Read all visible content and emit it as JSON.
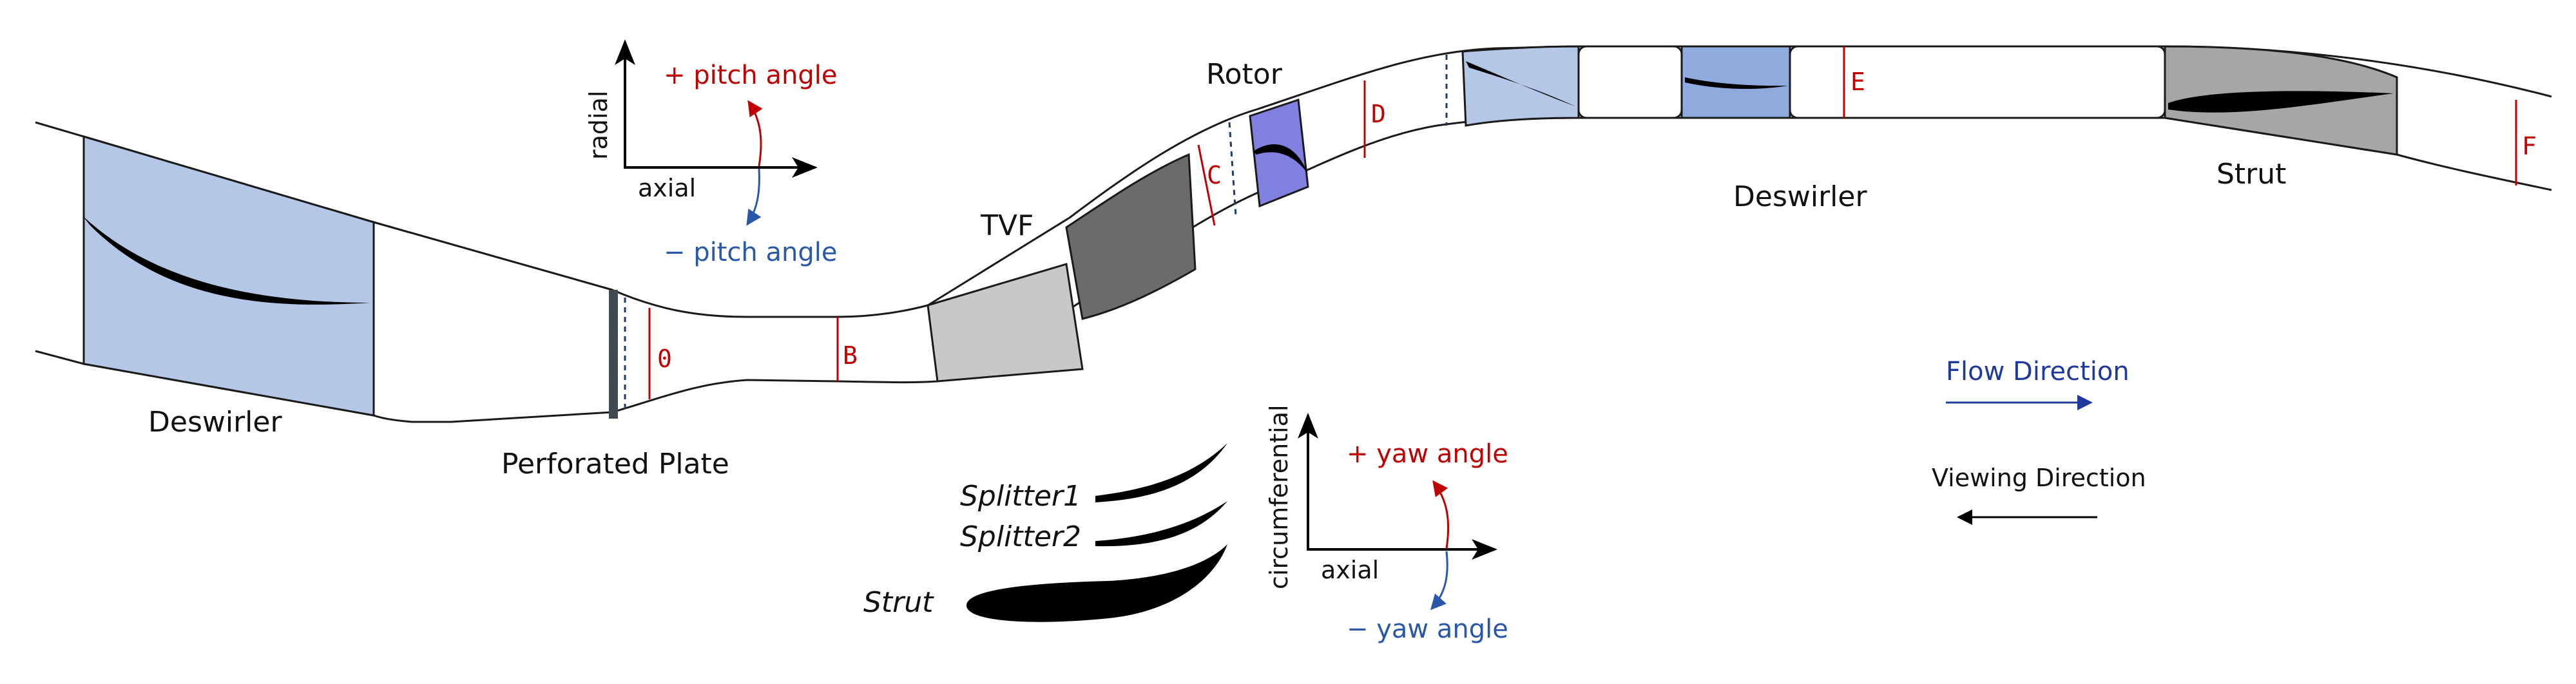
{
  "colors": {
    "outline": "#1a1a1a",
    "deswirler_fill": "#b4c7e7",
    "deswirler_dark": "#8faadc",
    "rotor_fill": "#8080e0",
    "tvf_dark": "#6b6b6b",
    "tvf_light": "#c8c8c8",
    "strut_fill": "#a6a6a6",
    "perforated_plate": "#404850",
    "plane_red": "#c00000",
    "angle_blue": "#2a58a8",
    "flow_blue": "#1f3a9e",
    "dashed_line": "#1f3a6e"
  },
  "labels": {
    "deswirler_left": "Deswirler",
    "perforated_plate": "Perforated Plate",
    "tvf": "TVF",
    "rotor": "Rotor",
    "deswirler_right": "Deswirler",
    "strut_right": "Strut"
  },
  "planes": [
    "0",
    "B",
    "C",
    "D",
    "E",
    "F"
  ],
  "pitch_frame": {
    "vertical_axis": "radial",
    "horizontal_axis": "axial",
    "plus_angle": "+ pitch angle",
    "minus_angle": "− pitch angle"
  },
  "yaw_frame": {
    "vertical_axis": "circumferential",
    "horizontal_axis": "axial",
    "plus_angle": "+ yaw angle",
    "minus_angle": "− yaw angle"
  },
  "profiles": {
    "splitter1": "Splitter1",
    "splitter2": "Splitter2",
    "strut": "Strut"
  },
  "legend": {
    "flow_direction": "Flow Direction",
    "viewing_direction": "Viewing Direction"
  }
}
